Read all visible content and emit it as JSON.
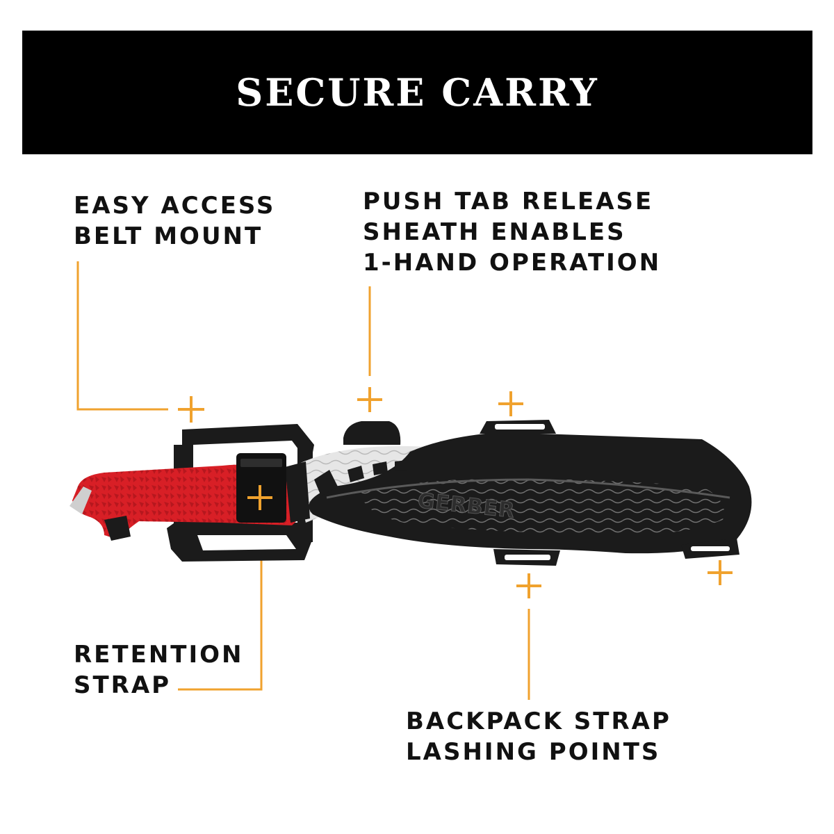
{
  "banner": {
    "title": "SECURE CARRY"
  },
  "callouts": {
    "belt_mount": [
      "EASY ACCESS",
      "BELT MOUNT"
    ],
    "push_tab": [
      "PUSH TAB RELEASE",
      "SHEATH ENABLES",
      "1-HAND OPERATION"
    ],
    "retention": [
      "RETENTION",
      "STRAP"
    ],
    "lashing": [
      "BACKPACK STRAP",
      "LASHING POINTS"
    ]
  },
  "product": {
    "brand_logo": "GERBER"
  },
  "colors": {
    "banner_bg": "#000000",
    "banner_text": "#ffffff",
    "callout_text": "#111111",
    "accent_orange": "#f0a22e",
    "handle_red": "#d81f26",
    "blade_grey": "#e6e6e6",
    "sheath_black": "#1b1b1b"
  },
  "icons": [
    "plus-marker-icon"
  ]
}
